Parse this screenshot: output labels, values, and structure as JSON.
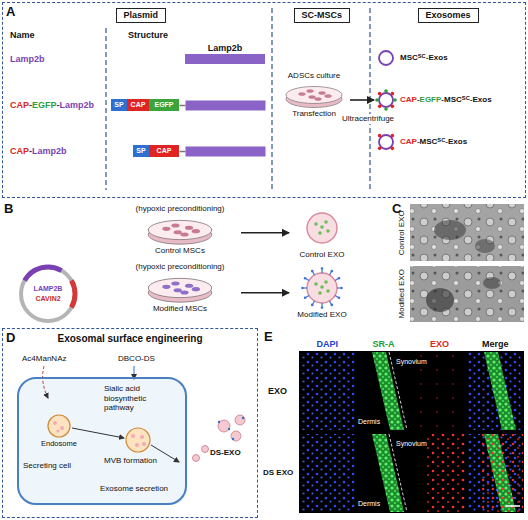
{
  "diagram": {
    "nodes": [
      {
        "text": [
          "A"
        ]
      },
      {
        "text": [
          "Plasmid"
        ],
        "in": 0
      },
      {
        "text": [
          "SC-MSCs"
        ],
        "in": 0
      },
      {
        "text": [
          "Exosomes"
        ],
        "in": 0
      },
      {
        "text": [
          "Lamp2b"
        ],
        "in": 0
      },
      {
        "text": [
          "SP"
        ],
        "in": 0
      },
      {
        "text": [
          "CAP"
        ],
        "in": 0
      },
      {
        "text": [
          "EGFP"
        ],
        "in": 0
      },
      {
        "text": [
          "SP"
        ],
        "in": 0
      },
      {
        "text": [
          "CAP"
        ],
        "in": 0
      },
      {
        "text": [
          "ADSCs culture",
          "Transfection"
        ],
        "in": 0
      },
      {
        "text": [
          "MSCSC-Exos"
        ],
        "in": 0
      },
      {
        "text": [
          "CAP-EGFP-MSCSC-Exos"
        ],
        "in": 0
      },
      {
        "text": [
          "CAP-MSCSC-Exos"
        ],
        "in": 0
      },
      {
        "text": [
          "(hypoxic preconditioning)",
          "Control MSCs"
        ]
      },
      {
        "text": [
          "Control EXO"
        ]
      },
      {
        "text": [
          "LAMP2B",
          "CAVIN2"
        ]
      },
      {
        "text": [
          "(hypoxic preconditioning)",
          "Modified MSCs"
        ]
      },
      {
        "text": [
          "Modified EXO"
        ]
      },
      {
        "text": [
          "D",
          "Exosomal surface engineering"
        ]
      },
      {
        "text": [
          "Secreting cell"
        ],
        "in": 19
      },
      {
        "text": [
          "Endosome"
        ],
        "in": 20
      }
    ],
    "edges": [
      {
        "from": 10,
        "to": 12,
        "arrow": "to",
        "label": "Ultracentrifuge"
      },
      {
        "from": 14,
        "to": 15,
        "arrow": "to"
      },
      {
        "from": 17,
        "to": 18,
        "arrow": "to"
      }
    ],
    "labels": [
      "Name",
      "Structure",
      "Lamp2b",
      "CAP-EGFP-Lamp2b",
      "CAP-Lamp2b",
      "B",
      "C",
      "Control EXO",
      "Modified EXO",
      "Ac4ManNAz",
      "DBCO-DS",
      "Sialic acid biosynthetic pathway",
      "MVB formation",
      "Exosome secretion",
      "DS-EXO",
      "E",
      "DAPI",
      "SR-A",
      "EXO",
      "Merge",
      "EXO",
      "DS EXO",
      "Synovium",
      "Dermis",
      "Synovium",
      "Dermis"
    ]
  }
}
